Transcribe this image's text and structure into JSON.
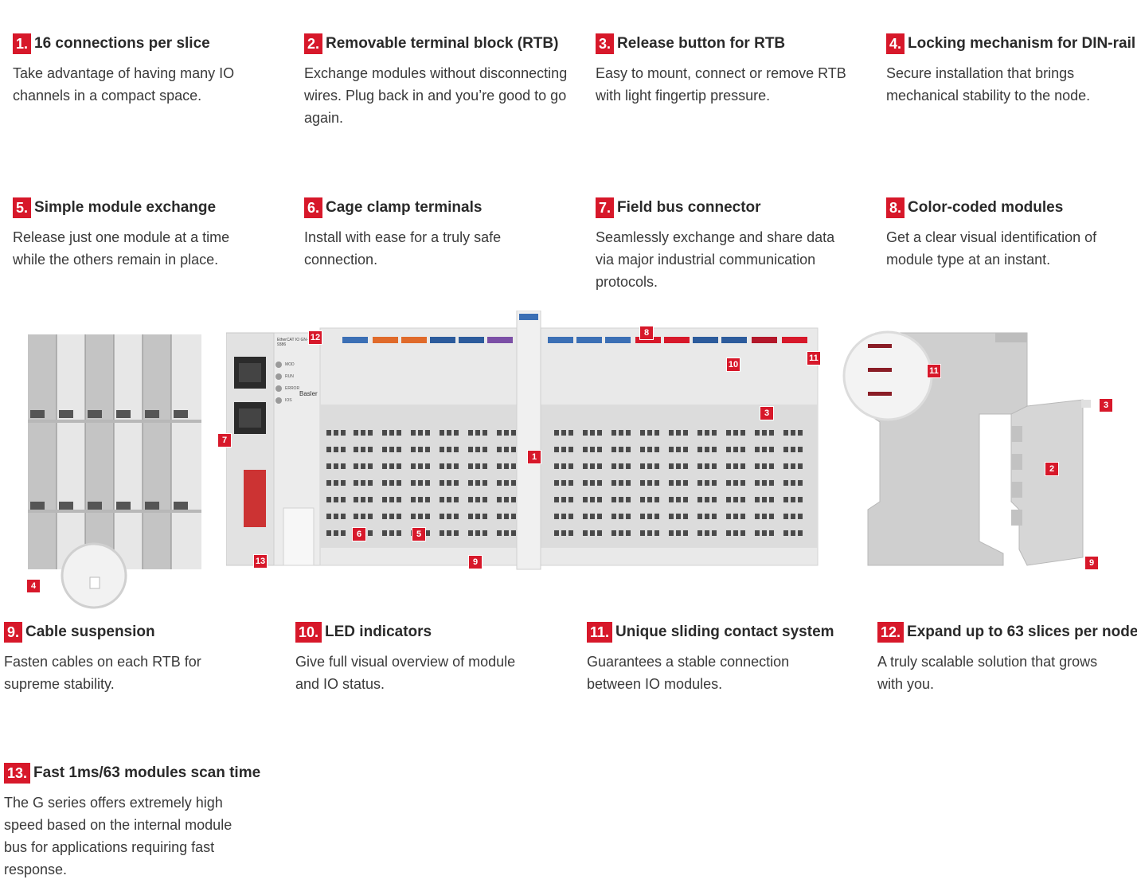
{
  "features": [
    {
      "num": "1.",
      "title": "16 connections per slice",
      "desc": "Take advantage of having many IO channels in a compact space."
    },
    {
      "num": "2.",
      "title": "Removable terminal block (RTB)",
      "desc": "Exchange modules without disconnecting wires. Plug back in and you’re good to go again."
    },
    {
      "num": "3.",
      "title": "Release button for RTB",
      "desc": "Easy to mount, connect or remove RTB with light fingertip pressure."
    },
    {
      "num": "4.",
      "title": "Locking mechanism for DIN-rail",
      "desc": "Secure installation that brings mechanical stability to the node."
    },
    {
      "num": "5.",
      "title": "Simple module exchange",
      "desc": "Release just one module at a time while the others remain in place."
    },
    {
      "num": "6.",
      "title": "Cage clamp terminals",
      "desc": "Install with ease for a truly safe connection."
    },
    {
      "num": "7.",
      "title": "Field bus connector",
      "desc": "Seamlessly exchange and share data via major industrial communication protocols."
    },
    {
      "num": "8.",
      "title": "Color-coded modules",
      "desc": "Get a clear visual identification of module type at an instant."
    },
    {
      "num": "9.",
      "title": "Cable suspension",
      "desc": "Fasten cables on each RTB for supreme stability."
    },
    {
      "num": "10.",
      "title": "LED indicators",
      "desc": "Give full visual overview of module and IO status."
    },
    {
      "num": "11.",
      "title": "Unique sliding contact system",
      "desc": "Guarantees a stable connection between IO modules."
    },
    {
      "num": "12.",
      "title": "Expand up to 63 slices per node",
      "desc": "A truly scalable solution that grows with you."
    },
    {
      "num": "13.",
      "title": "Fast 1ms/63 modules scan time",
      "desc": "The G series offers extremely high speed based on the internal module bus for applications requiring fast response."
    }
  ],
  "figure_badges": {
    "left": [
      "4"
    ],
    "center": [
      "12",
      "8",
      "11",
      "10",
      "3",
      "7",
      "1",
      "6",
      "5",
      "9",
      "13"
    ],
    "right": [
      "11",
      "3",
      "2",
      "9"
    ]
  },
  "device_labels": {
    "brand": "Basler",
    "coupler": "EtherCAT IO GN-9386",
    "leds": [
      "MOD",
      "RUN",
      "ERROR",
      "IOS"
    ]
  },
  "colors": {
    "accent": "#d7182a",
    "module_caps": [
      "#3b6fb5",
      "#e06a2a",
      "#e06a2a",
      "#2c5b9c",
      "#2c5b9c",
      "#7b4fa6",
      "#3b6fb5",
      "#3b6fb5",
      "#3b6fb5",
      "#d7182a",
      "#d7182a",
      "#2c5b9c",
      "#2c5b9c",
      "#b3172a",
      "#d7182a"
    ]
  }
}
